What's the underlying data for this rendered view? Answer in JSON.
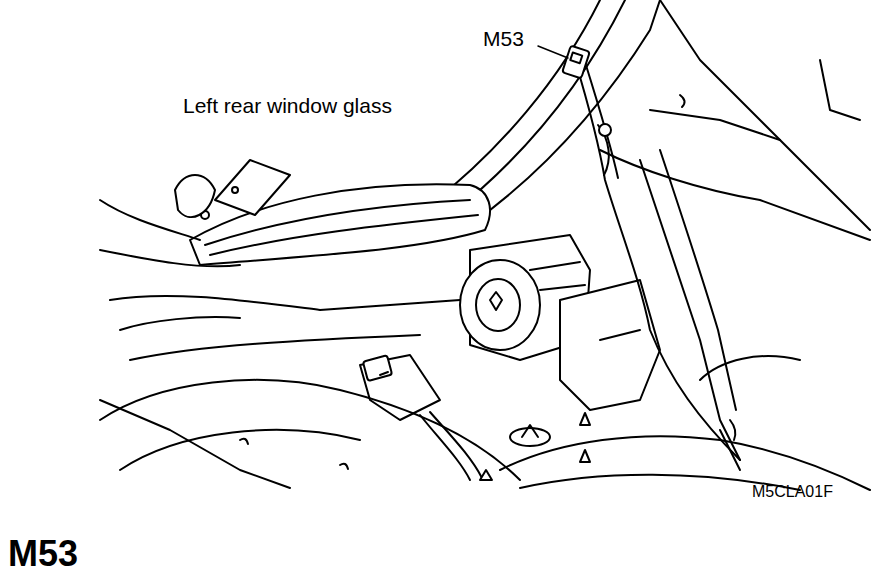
{
  "diagram": {
    "title": "M53",
    "labels": [
      "M53",
      "Left rear window glass",
      "M5CLA01F"
    ]
  }
}
